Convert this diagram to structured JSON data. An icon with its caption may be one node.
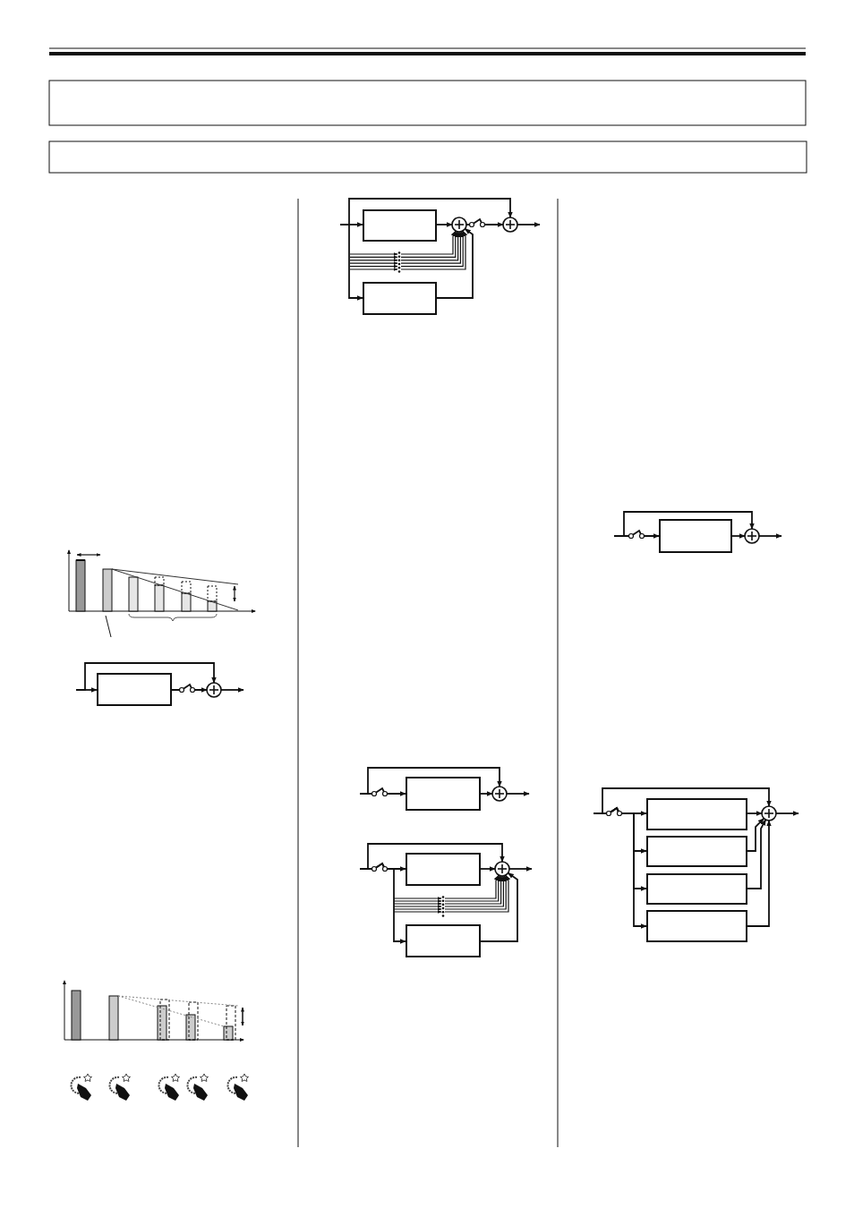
{
  "diagram": {
    "nodes": [
      {
        "text": [],
        "shape": "box"
      },
      {
        "text": [],
        "shape": "circle"
      },
      {
        "text": [],
        "shape": "box"
      },
      {
        "text": [],
        "shape": "box"
      },
      {
        "text": [],
        "shape": "circle"
      },
      {
        "text": [],
        "shape": "circle"
      },
      {
        "text": [],
        "shape": "box"
      },
      {
        "text": [],
        "shape": "circle"
      },
      {
        "text": [],
        "shape": "box"
      },
      {
        "text": [],
        "shape": "circle"
      },
      {
        "text": [],
        "shape": "box"
      },
      {
        "text": [],
        "shape": "box"
      },
      {
        "text": [],
        "shape": "circle"
      },
      {
        "text": [],
        "shape": "box"
      },
      {
        "text": [],
        "shape": "box"
      },
      {
        "text": [],
        "shape": "box"
      },
      {
        "text": [],
        "shape": "box"
      },
      {
        "text": [],
        "shape": "circle"
      },
      {
        "text": [],
        "shape": "dots"
      },
      {
        "text": [],
        "shape": "dots"
      }
    ],
    "edges": [
      {
        "from": null,
        "to": 0,
        "arrow": "to"
      },
      {
        "from": 0,
        "to": 1,
        "arrow": "to"
      },
      {
        "from": null,
        "to": 1,
        "arrow": "to"
      },
      {
        "from": 1,
        "to": null,
        "arrow": "to"
      },
      {
        "from": null,
        "to": 2,
        "arrow": "to"
      },
      {
        "from": null,
        "to": 5,
        "arrow": "to"
      },
      {
        "from": null,
        "to": 3,
        "arrow": "to"
      },
      {
        "from": 2,
        "to": 4,
        "arrow": "to"
      },
      {
        "from": 3,
        "to": 4,
        "arrow": "to"
      },
      {
        "from": 18,
        "to": 4,
        "arrow": "to"
      },
      {
        "from": 18,
        "to": 4,
        "arrow": "to"
      },
      {
        "from": 18,
        "to": 4,
        "arrow": "to"
      },
      {
        "from": 18,
        "to": 4,
        "arrow": "to"
      },
      {
        "from": 18,
        "to": 4,
        "arrow": "to"
      },
      {
        "from": 18,
        "to": 4,
        "arrow": "to"
      },
      {
        "from": 4,
        "to": 5,
        "arrow": "to"
      },
      {
        "from": 5,
        "to": null,
        "arrow": "to"
      },
      {
        "from": null,
        "to": 6,
        "arrow": "to"
      },
      {
        "from": null,
        "to": 7,
        "arrow": "to"
      },
      {
        "from": 6,
        "to": 7,
        "arrow": "to"
      },
      {
        "from": 7,
        "to": null,
        "arrow": "to"
      },
      {
        "from": null,
        "to": 8,
        "arrow": "to"
      },
      {
        "from": null,
        "to": 9,
        "arrow": "to"
      },
      {
        "from": 8,
        "to": 9,
        "arrow": "to"
      },
      {
        "from": 9,
        "to": null,
        "arrow": "to"
      },
      {
        "from": null,
        "to": 10,
        "arrow": "to"
      },
      {
        "from": null,
        "to": 11,
        "arrow": "to"
      },
      {
        "from": null,
        "to": 12,
        "arrow": "to"
      },
      {
        "from": 10,
        "to": 12,
        "arrow": "to"
      },
      {
        "from": 11,
        "to": 12,
        "arrow": "to"
      },
      {
        "from": 19,
        "to": 12,
        "arrow": "to"
      },
      {
        "from": 19,
        "to": 12,
        "arrow": "to"
      },
      {
        "from": 19,
        "to": 12,
        "arrow": "to"
      },
      {
        "from": 19,
        "to": 12,
        "arrow": "to"
      },
      {
        "from": 19,
        "to": 12,
        "arrow": "to"
      },
      {
        "from": 19,
        "to": 12,
        "arrow": "to"
      },
      {
        "from": 12,
        "to": null,
        "arrow": "to"
      },
      {
        "from": null,
        "to": 13,
        "arrow": "to"
      },
      {
        "from": null,
        "to": 14,
        "arrow": "to"
      },
      {
        "from": null,
        "to": 15,
        "arrow": "to"
      },
      {
        "from": null,
        "to": 16,
        "arrow": "to"
      },
      {
        "from": null,
        "to": 17,
        "arrow": "to"
      },
      {
        "from": 13,
        "to": 17,
        "arrow": "to"
      },
      {
        "from": 14,
        "to": 17,
        "arrow": "to"
      },
      {
        "from": 15,
        "to": 17,
        "arrow": "to"
      },
      {
        "from": 16,
        "to": 17,
        "arrow": "to"
      },
      {
        "from": 17,
        "to": null,
        "arrow": "to"
      },
      {
        "from": null,
        "to": 18,
        "arrow": "to"
      },
      {
        "from": null,
        "to": 18,
        "arrow": "to"
      },
      {
        "from": null,
        "to": 18,
        "arrow": "to"
      },
      {
        "from": null,
        "to": 18,
        "arrow": "to"
      },
      {
        "from": null,
        "to": 18,
        "arrow": "to"
      },
      {
        "from": null,
        "to": 18,
        "arrow": "to"
      },
      {
        "from": null,
        "to": 19,
        "arrow": "to"
      },
      {
        "from": null,
        "to": 19,
        "arrow": "to"
      },
      {
        "from": null,
        "to": 19,
        "arrow": "to"
      },
      {
        "from": null,
        "to": 19,
        "arrow": "to"
      },
      {
        "from": null,
        "to": 19,
        "arrow": "to"
      },
      {
        "from": null,
        "to": 19,
        "arrow": "to"
      }
    ]
  }
}
